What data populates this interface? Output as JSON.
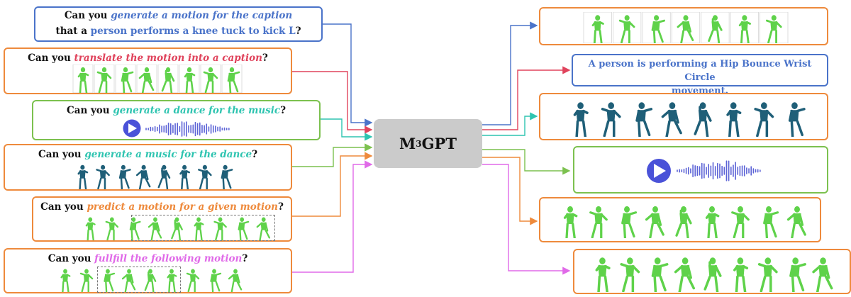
{
  "model": {
    "name_prefix": "M",
    "name_sup": "3",
    "name_suffix": "GPT"
  },
  "colors": {
    "blue": "#4a73c9",
    "red": "#e0435c",
    "teal": "#2ec4b0",
    "green": "#7cc14f",
    "orange": "#ee8a3c",
    "magenta": "#e06ae8",
    "motion_green": "#5fd24a",
    "motion_teal": "#1f5f78",
    "play": "#4a52d8"
  },
  "inputs": {
    "t2m": {
      "pre": "Can you ",
      "hl": "generate a motion for the caption",
      "line2_pre": "that a ",
      "line2_hl": "person performs a knee tuck to kick L",
      "line2_post": "?"
    },
    "m2t": {
      "pre": "Can you ",
      "hl": "translate the motion into a caption",
      "post": "?"
    },
    "a2d": {
      "pre": "Can you ",
      "hl": "generate a dance for the music",
      "post": "?"
    },
    "d2a": {
      "pre": "Can you ",
      "hl": "generate a music for the dance",
      "post": "?"
    },
    "pred": {
      "pre": "Can you ",
      "hl": "predict a motion for a given motion",
      "post": "?"
    },
    "inb": {
      "pre": "Can you ",
      "hl": "fullfill the following motion",
      "post": "?"
    }
  },
  "outputs": {
    "caption": {
      "line1": "A person is performing a Hip Bounce Wrist Circle",
      "line2": "movement."
    }
  }
}
